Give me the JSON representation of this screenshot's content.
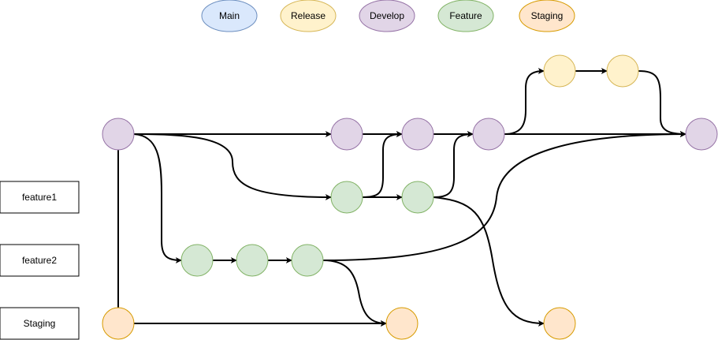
{
  "colors": {
    "main": {
      "fill": "#dae8fc",
      "stroke": "#6c8ebf"
    },
    "release": {
      "fill": "#fff2cc",
      "stroke": "#d6b656"
    },
    "develop": {
      "fill": "#e1d5e7",
      "stroke": "#9673a6"
    },
    "feature": {
      "fill": "#d5e8d4",
      "stroke": "#82b366"
    },
    "staging": {
      "fill": "#ffe6cc",
      "stroke": "#d79b00"
    },
    "edge": "#000000",
    "label_stroke": "#000000"
  },
  "legend": {
    "main": "Main",
    "release": "Release",
    "develop": "Develop",
    "feature": "Feature",
    "staging": "Staging"
  },
  "labels": {
    "feature1": "feature1",
    "feature2": "feature2",
    "staging": "Staging"
  }
}
